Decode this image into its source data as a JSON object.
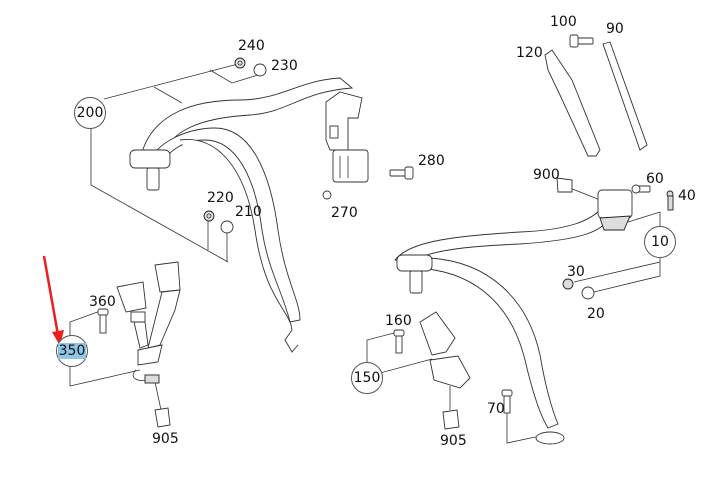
{
  "diagram": {
    "title": "Seat belt assembly parts diagram",
    "highlight_color": "#8ec6e6",
    "arrow_color": "#e8211f",
    "callouts": [
      {
        "id": "c200",
        "label": "200",
        "circled": true
      },
      {
        "id": "c350",
        "label": "350",
        "circled": true,
        "highlighted": true
      },
      {
        "id": "c150",
        "label": "150",
        "circled": true
      },
      {
        "id": "c10",
        "label": "10",
        "circled": true
      },
      {
        "id": "p240",
        "label": "240"
      },
      {
        "id": "p230",
        "label": "230"
      },
      {
        "id": "p220",
        "label": "220"
      },
      {
        "id": "p210",
        "label": "210"
      },
      {
        "id": "p280",
        "label": "280"
      },
      {
        "id": "p270",
        "label": "270"
      },
      {
        "id": "p360",
        "label": "360"
      },
      {
        "id": "p905a",
        "label": "905"
      },
      {
        "id": "p100",
        "label": "100"
      },
      {
        "id": "p90",
        "label": "90"
      },
      {
        "id": "p120",
        "label": "120"
      },
      {
        "id": "p900",
        "label": "900"
      },
      {
        "id": "p60",
        "label": "60"
      },
      {
        "id": "p40",
        "label": "40"
      },
      {
        "id": "p30",
        "label": "30"
      },
      {
        "id": "p20",
        "label": "20"
      },
      {
        "id": "p160",
        "label": "160"
      },
      {
        "id": "p905b",
        "label": "905"
      },
      {
        "id": "p70",
        "label": "70"
      }
    ]
  }
}
